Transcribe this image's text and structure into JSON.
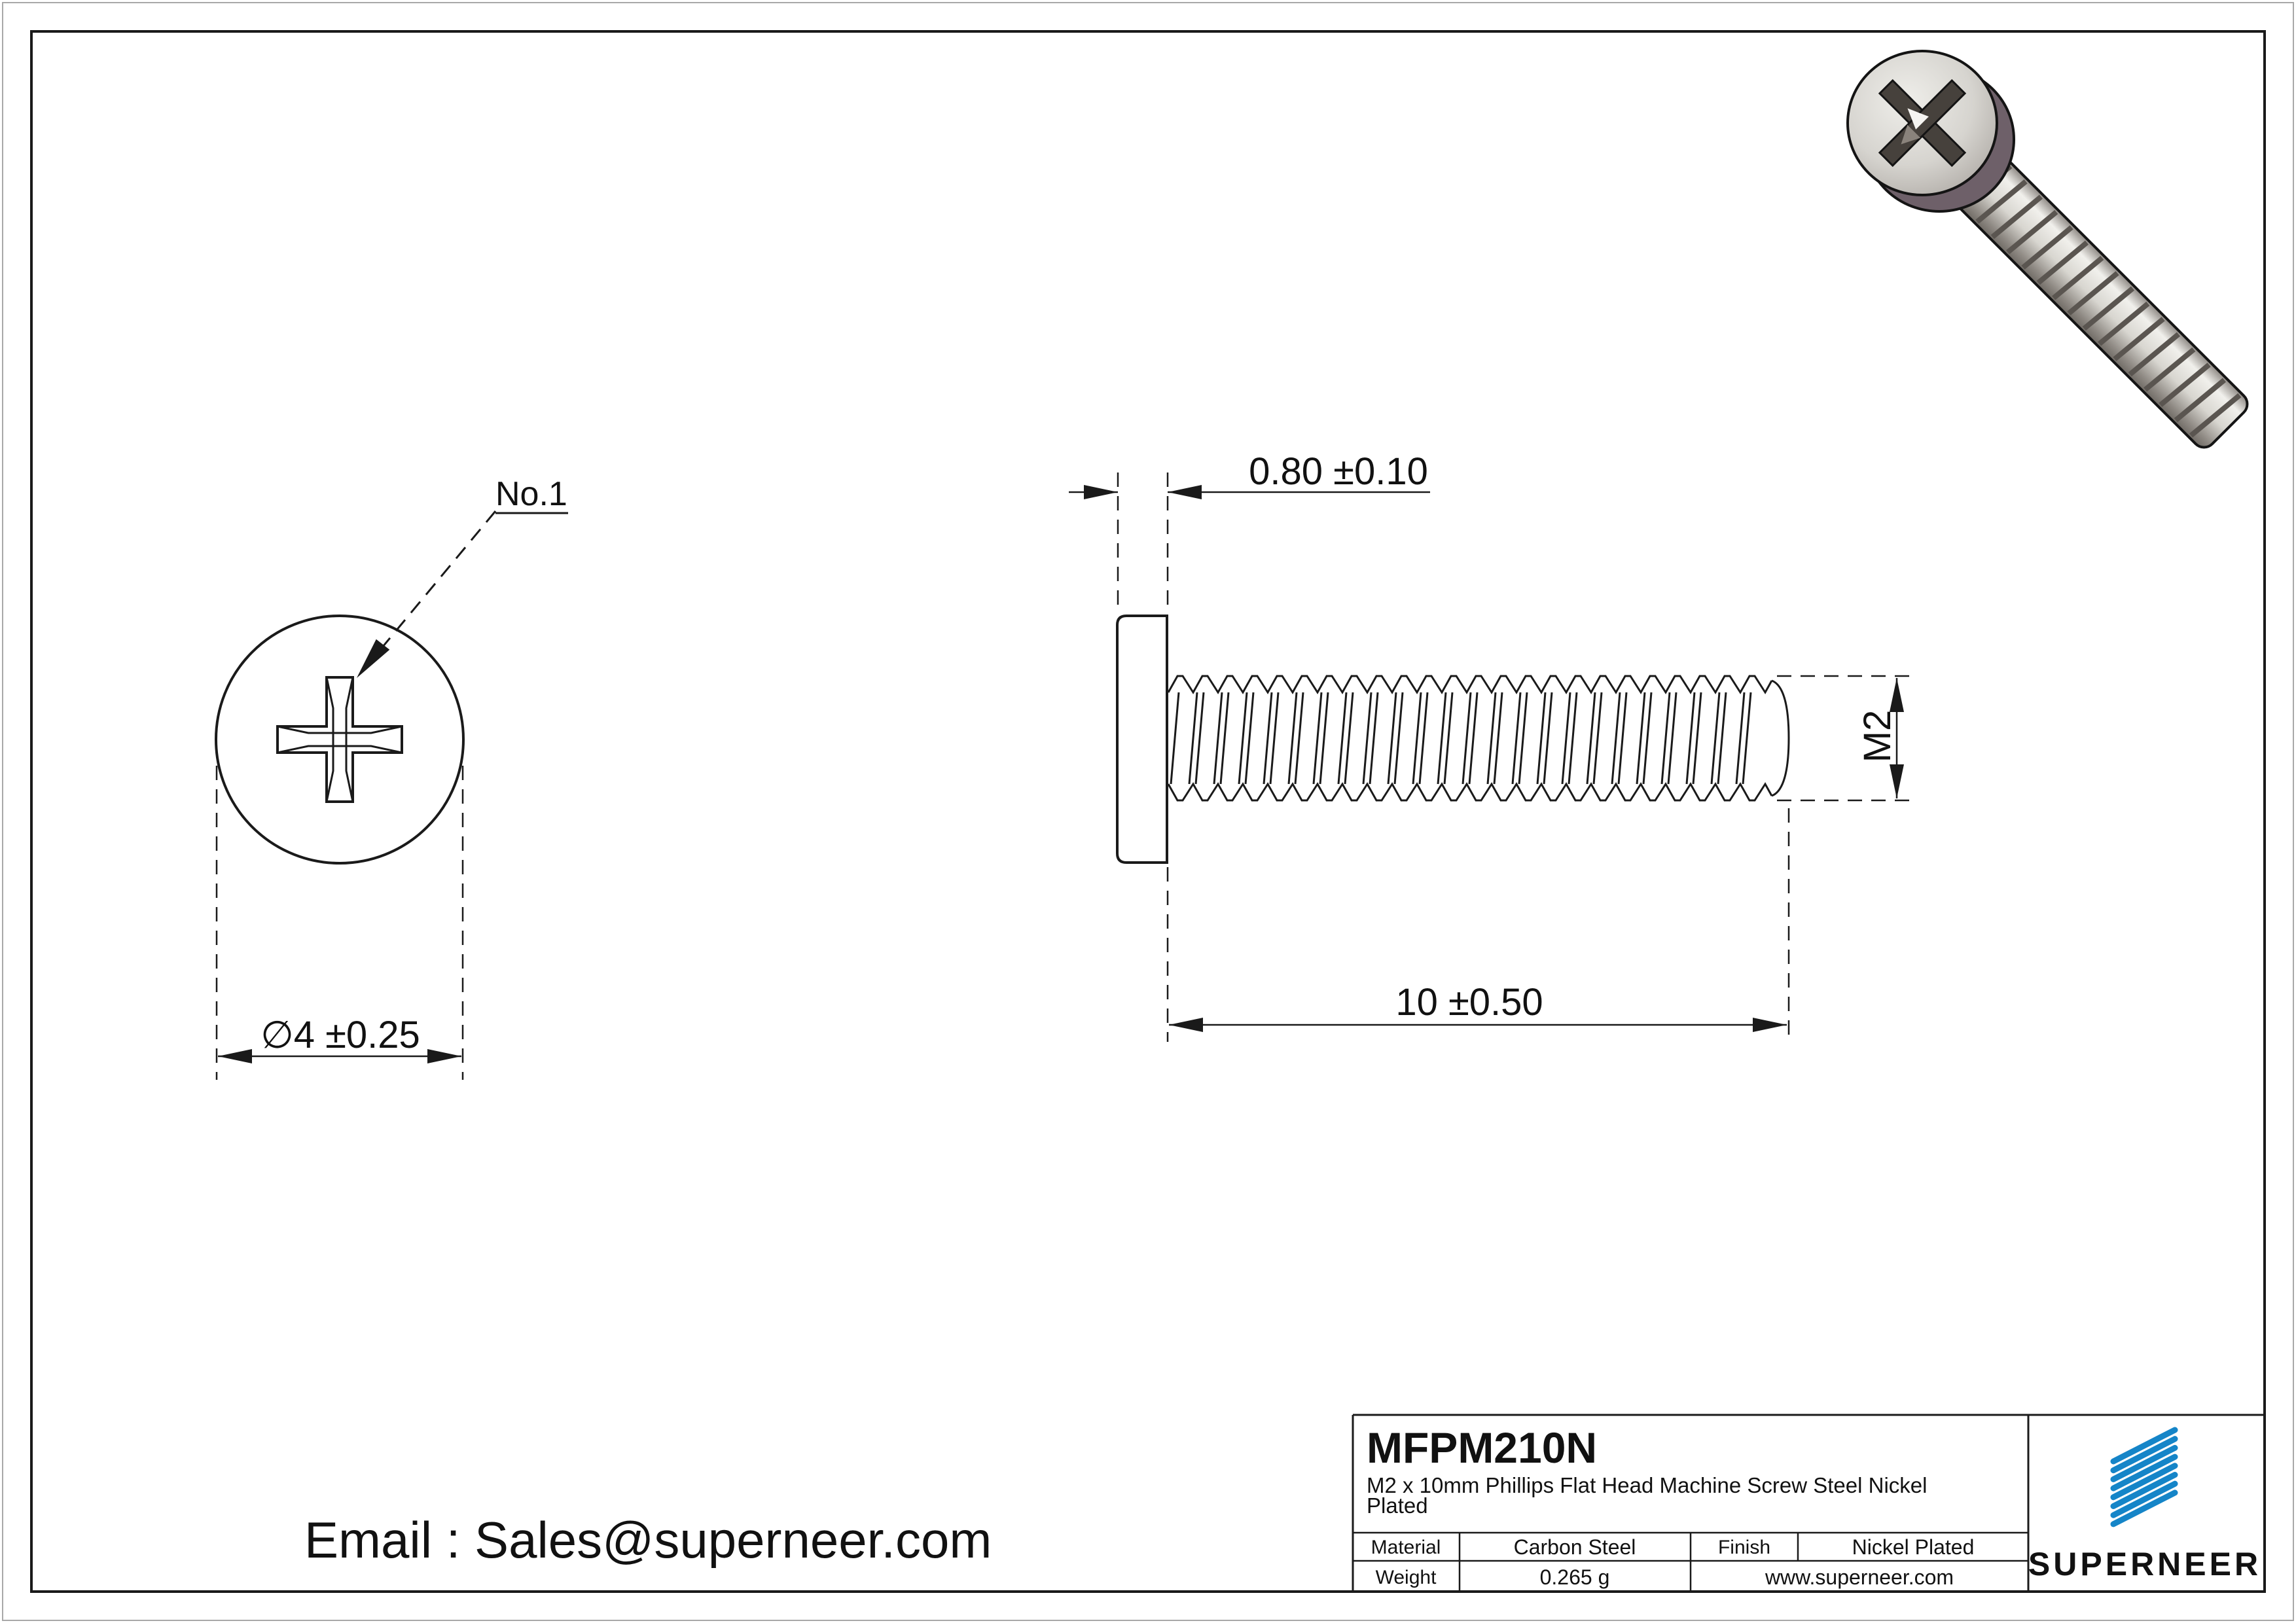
{
  "front_view": {
    "callout_label": "No.1",
    "diameter_dim": "∅4 ±0.25"
  },
  "side_view": {
    "head_thickness_dim": "0.80 ±0.10",
    "length_dim": "10 ±0.50",
    "thread_size_dim": "M2"
  },
  "contact": {
    "email": "Email : Sales@superneer.com"
  },
  "title_block": {
    "part_number": "MFPM210N",
    "description_line1": "M2 x 10mm Phillips Flat Head Machine Screw Steel Nickel",
    "description_line2": "Plated",
    "material_label": "Material",
    "material_value": "Carbon Steel",
    "finish_label": "Finish",
    "finish_value": "Nickel Plated",
    "weight_label": "Weight",
    "weight_value": "0.265 g",
    "website": "www.superneer.com",
    "brand": "SUPERNEER"
  },
  "colors": {
    "line": "#1a1a1a",
    "brand_blue": "#1585c8",
    "link_blue": "#1a7dc0"
  }
}
